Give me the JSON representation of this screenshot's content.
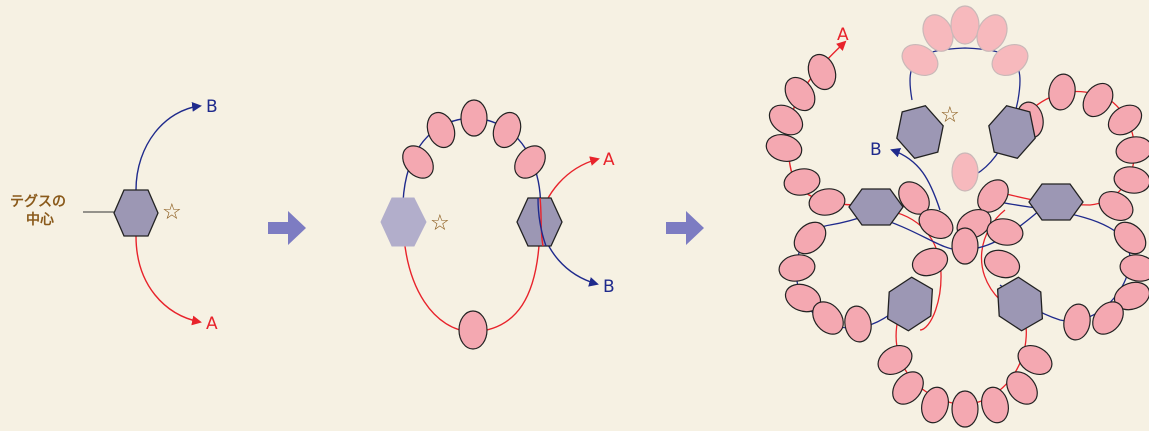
{
  "colors": {
    "background": "#f6f1e3",
    "thread_a": "#e8232b",
    "thread_b": "#1f2a8c",
    "bead_fill": "#f4a8b1",
    "bead_fill_light": "#f7b9bd",
    "bead_stroke": "#222222",
    "hex_fill": "#9c97b4",
    "hex_fill_light": "#b2aecb",
    "step_arrow": "#7d7cc2",
    "note_text": "#8a5a1b"
  },
  "labels": {
    "a": "A",
    "b": "B",
    "star": "☆",
    "center_line1": "テグスの",
    "center_line2": "中心"
  },
  "icons": [
    "hexagon-bead-icon",
    "oval-bead-icon",
    "star-icon",
    "step-arrow-icon",
    "thread-arrowhead-icon"
  ]
}
